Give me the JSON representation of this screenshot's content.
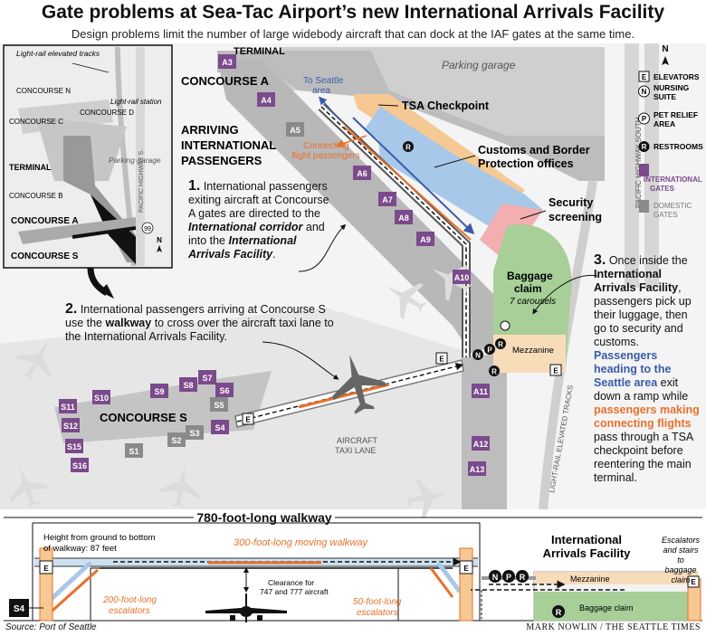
{
  "header": {
    "title": "Gate problems at Sea-Tac Airport’s new International Arrivals Facility",
    "subtitle": "Design problems limit the number of large widebody aircraft that can dock at the IAF gates at the same time."
  },
  "inset": {
    "light_rail_tracks": "Light-rail elevated tracks",
    "light_rail_station": "Light-rail station",
    "concourse_n": "CONCOURSE N",
    "concourse_d": "CONCOURSE D",
    "concourse_c": "CONCOURSE C",
    "concourse_b": "CONCOURSE B",
    "terminal": "TERMINAL",
    "parking": "Parking garage",
    "highway": "PACIFIC HIGHWAY S.",
    "route": "99",
    "concourse_a": "CONCOURSE A",
    "concourse_s": "CONCOURSE S",
    "north": "N"
  },
  "map": {
    "terminal": "TERMINAL",
    "parking_garage": "Parking garage",
    "concourse_a": "CONCOURSE A",
    "concourse_s": "CONCOURSE S",
    "arriving": [
      "ARRIVING",
      "INTERNATIONAL",
      "PASSENGERS"
    ],
    "to_seattle": [
      "To Seattle",
      "area"
    ],
    "connecting": [
      "Connecting",
      "flight passengers"
    ],
    "tsa": "TSA Checkpoint",
    "customs": [
      "Customs and Border",
      "Protection offices"
    ],
    "security": [
      "Security",
      "screening"
    ],
    "baggage": [
      "Baggage",
      "claim"
    ],
    "carousels": "7 carousels",
    "mezzanine": "Mezzanine",
    "taxi_lane": [
      "AIRCRAFT",
      "TAXI LANE"
    ],
    "light_rail": "LIGHT-RAIL ELEVATED TRACKS",
    "highway": "PACIFIC HIGHWAY SOUTH",
    "north": "N",
    "gates_a": [
      "A3",
      "A4",
      "A5",
      "A6",
      "A7",
      "A8",
      "A9",
      "A10",
      "A11",
      "A12",
      "A13"
    ],
    "gates_s": [
      "S1",
      "S2",
      "S3",
      "S4",
      "S5",
      "S6",
      "S7",
      "S8",
      "S9",
      "S10",
      "S11",
      "S12",
      "S15",
      "S16"
    ]
  },
  "legend": {
    "elevators": "ELEVATORS",
    "nursing": [
      "NURSING",
      "SUITE"
    ],
    "pet": [
      "PET RELIEF",
      "AREA"
    ],
    "restrooms": "RESTROOMS",
    "intl": [
      "INTERNATIONAL",
      "GATES"
    ],
    "domestic": [
      "DOMESTIC",
      "GATES"
    ]
  },
  "steps": {
    "s1_num": "1.",
    "s1_a": " International passengers exiting aircraft at Concourse A gates are directed to the ",
    "s1_b": "International corridor",
    "s1_c": " and into the ",
    "s1_d": "International Arrivals Facility",
    "s1_e": ".",
    "s2_num": "2.",
    "s2_a": " International passengers arriving at Concourse S use the ",
    "s2_b": "walkway",
    "s2_c": " to cross over the aircraft taxi lane to the International Arrivals Facility.",
    "s3_num": "3.",
    "s3_a": " Once inside the ",
    "s3_b": "International Arrivals Facility",
    "s3_c": ", passengers pick up their luggage, then go to security and customs.",
    "s3_d": "Passengers heading to the Seattle area",
    "s3_e": " exit down a ramp while ",
    "s3_f": "passengers making connecting flights",
    "s3_g": " pass through a TSA checkpoint before reentering the main terminal."
  },
  "walkway": {
    "title": "780-foot-long walkway",
    "height": [
      "Height from ground to bottom",
      "of walkway: 87 feet"
    ],
    "moving": "300-foot-long moving walkway",
    "clearance": [
      "Clearance for",
      "747 and 777 aircraft"
    ],
    "esc200": [
      "200-foot-long",
      "escalators"
    ],
    "esc50": [
      "50-foot-long",
      "escalators"
    ],
    "iaf": [
      "International",
      "Arrivals Facility"
    ],
    "escalators_stairs": [
      "Escalators",
      "and stairs",
      "to",
      "baggage",
      "claim"
    ],
    "mezzanine": "Mezzanine",
    "baggage": "Baggage claim",
    "gate_s4": "S4"
  },
  "footer": {
    "source": "Source: Port of Seattle",
    "credit": "MARK NOWLIN / THE SEATTLE TIMES"
  },
  "colors": {
    "intl_gate": "#7b4a8c",
    "domestic_gate": "#8a8a8a",
    "blue_route": "#3b5ba9",
    "orange_route": "#e8702a",
    "customs_blue": "#a8c8ea",
    "security_pink": "#f2aeb0",
    "baggage_green": "#a7cf97",
    "tsa_orange": "#f6c894"
  }
}
